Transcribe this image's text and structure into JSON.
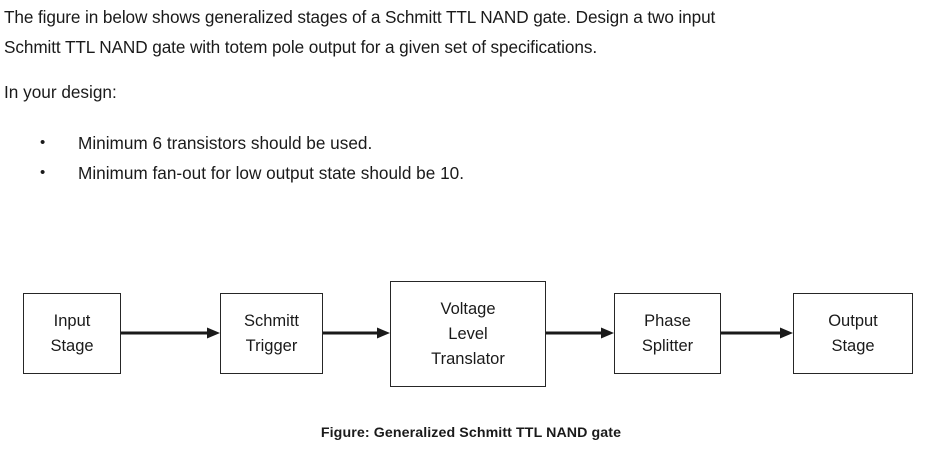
{
  "document": {
    "intro_paragraph_line1": "The figure in below shows generalized stages of a Schmitt TTL NAND gate. Design a two input",
    "intro_paragraph_line2": "Schmitt TTL NAND gate with totem pole output for a given set of specifications.",
    "lead_in": "In your design:",
    "bullets": [
      {
        "marker": "•",
        "text": "Minimum 6 transistors should be used."
      },
      {
        "marker": "•",
        "text": "Minimum fan-out for low output state should be 10."
      }
    ]
  },
  "diagram": {
    "caption": "Figure:  Generalized Schmitt TTL NAND gate",
    "stroke_color": "#262626",
    "text_color": "#1a1a1a",
    "background": "#ffffff",
    "nodes": [
      {
        "id": "input",
        "lines": [
          "Input",
          "Stage"
        ]
      },
      {
        "id": "schmitt",
        "lines": [
          "Schmitt",
          "Trigger"
        ]
      },
      {
        "id": "vlt",
        "lines": [
          "Voltage",
          "Level",
          "Translator"
        ]
      },
      {
        "id": "phase",
        "lines": [
          "Phase",
          "Splitter"
        ]
      },
      {
        "id": "output",
        "lines": [
          "Output",
          "Stage"
        ]
      }
    ],
    "connectors": [
      {
        "from": "input",
        "to": "schmitt"
      },
      {
        "from": "schmitt",
        "to": "vlt"
      },
      {
        "from": "vlt",
        "to": "phase"
      },
      {
        "from": "phase",
        "to": "output"
      }
    ]
  }
}
